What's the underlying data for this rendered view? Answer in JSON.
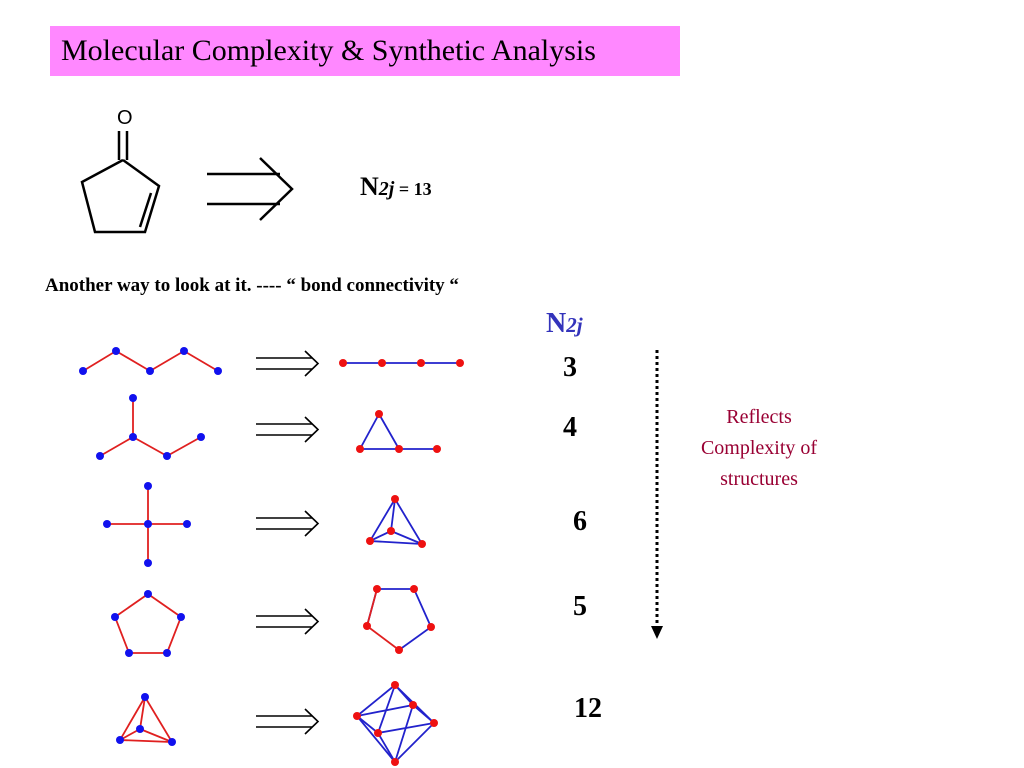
{
  "title": "Molecular Complexity & Synthetic Analysis",
  "molecule": {
    "oxygen_label": "O"
  },
  "top_result": {
    "n": "N",
    "sub": "2j",
    "eq": " =  13"
  },
  "another_text": "Another way to look at it. ----  “ bond connectivity “",
  "column_header": {
    "n": "N",
    "sub": "2j"
  },
  "values": [
    "3",
    "4",
    "6",
    "5",
    "12"
  ],
  "reflects_text": "Reflects Complexity of structures",
  "colors": {
    "title_bg": "#ff88ff",
    "bond_red": "#e02020",
    "bond_blue": "#2222cc",
    "node_red": "#ee1111",
    "node_blue": "#1111ee",
    "header_blue": "#3333bb",
    "note": "#990033"
  }
}
